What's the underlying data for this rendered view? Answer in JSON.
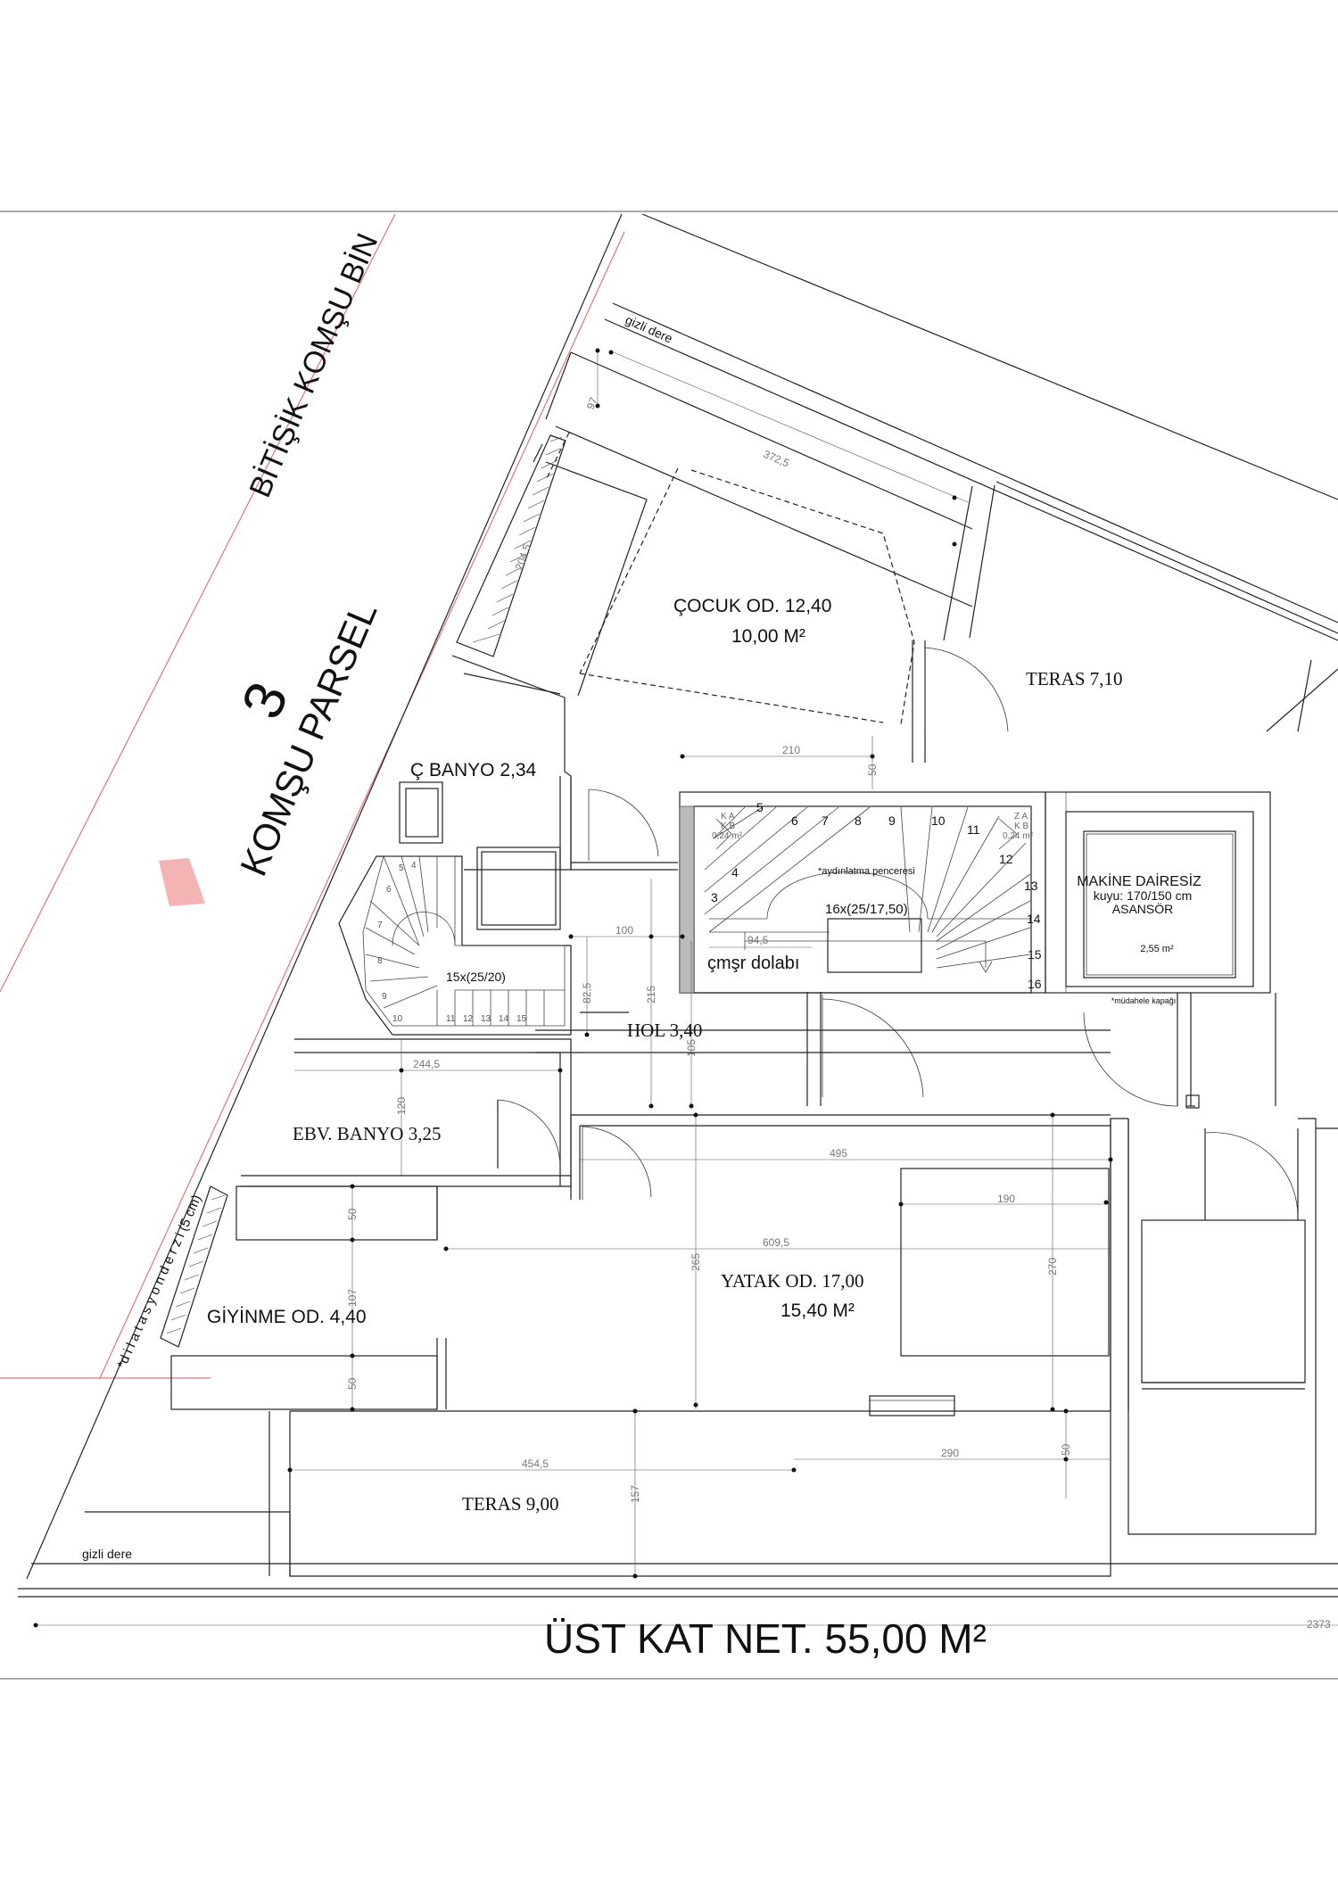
{
  "neighbor": {
    "building_label": "BİTİŞİK KOMŞU BİN",
    "parcel_number": "3",
    "parcel_label": "KOMŞU PARSEL"
  },
  "rooms": {
    "cocuk": "ÇOCUK OD. 12,40",
    "cocuk_area": "10,00 M²",
    "teras_top": "TERAS 7,10",
    "c_banyo": "Ç BANYO 2,34",
    "hol": "HOL 3,40",
    "ebv_banyo": "EBV. BANYO 3,25",
    "giyinme": "GİYİNME OD. 4,40",
    "yatak": "YATAK OD. 17,00",
    "yatak_area": "15,40 M²",
    "teras_bottom": "TERAS 9,00",
    "cmsr": "çmşr dolabı"
  },
  "elevator": {
    "title": "MAKİNE DAİRESİZ",
    "kuyu": "kuyu: 170/150 cm",
    "asansor": "ASANSÖR",
    "area": "2,55 m²",
    "mudahele": "*müdahele kapağı"
  },
  "stairs": {
    "main_spec": "16x(25/17,50)",
    "side_spec": "15x(25/20)",
    "aydinlatma": "*aydınlatma penceresi",
    "kab_left": "K A\nK B\n0,24 m²",
    "kab_right": "Z A\nK B\n0,24 m²",
    "main_steps": [
      "3",
      "4",
      "5",
      "6",
      "7",
      "8",
      "9",
      "10",
      "11",
      "12",
      "13",
      "14",
      "15",
      "16"
    ],
    "side_steps": [
      "4",
      "5",
      "6",
      "7",
      "8",
      "9",
      "10",
      "11",
      "12",
      "13",
      "14",
      "15"
    ]
  },
  "notes": {
    "gizli_top": "gizli dere",
    "gizli_bottom": "gizli dere",
    "dilatasyon": "*d i l a t a s y o n   d e r z i  (5 cm)"
  },
  "dims": {
    "d97": "97",
    "d372": "372,5",
    "d2045": "204,5",
    "d210": "210",
    "d50a": "50",
    "d100": "100",
    "d945": "94,5",
    "d825": "82,5",
    "d215": "215",
    "d105": "105",
    "d2445": "244,5",
    "d120": "120",
    "d495": "495",
    "d190": "190",
    "d6095": "609,5",
    "d265": "265",
    "d270": "270",
    "d50b": "50",
    "d107": "107",
    "d50c": "50",
    "d4545": "454,5",
    "d290": "290",
    "d157": "157",
    "d50d": "50",
    "d2373": "2373"
  },
  "footer": {
    "title": "ÜST KAT NET. 55,00 M²"
  }
}
